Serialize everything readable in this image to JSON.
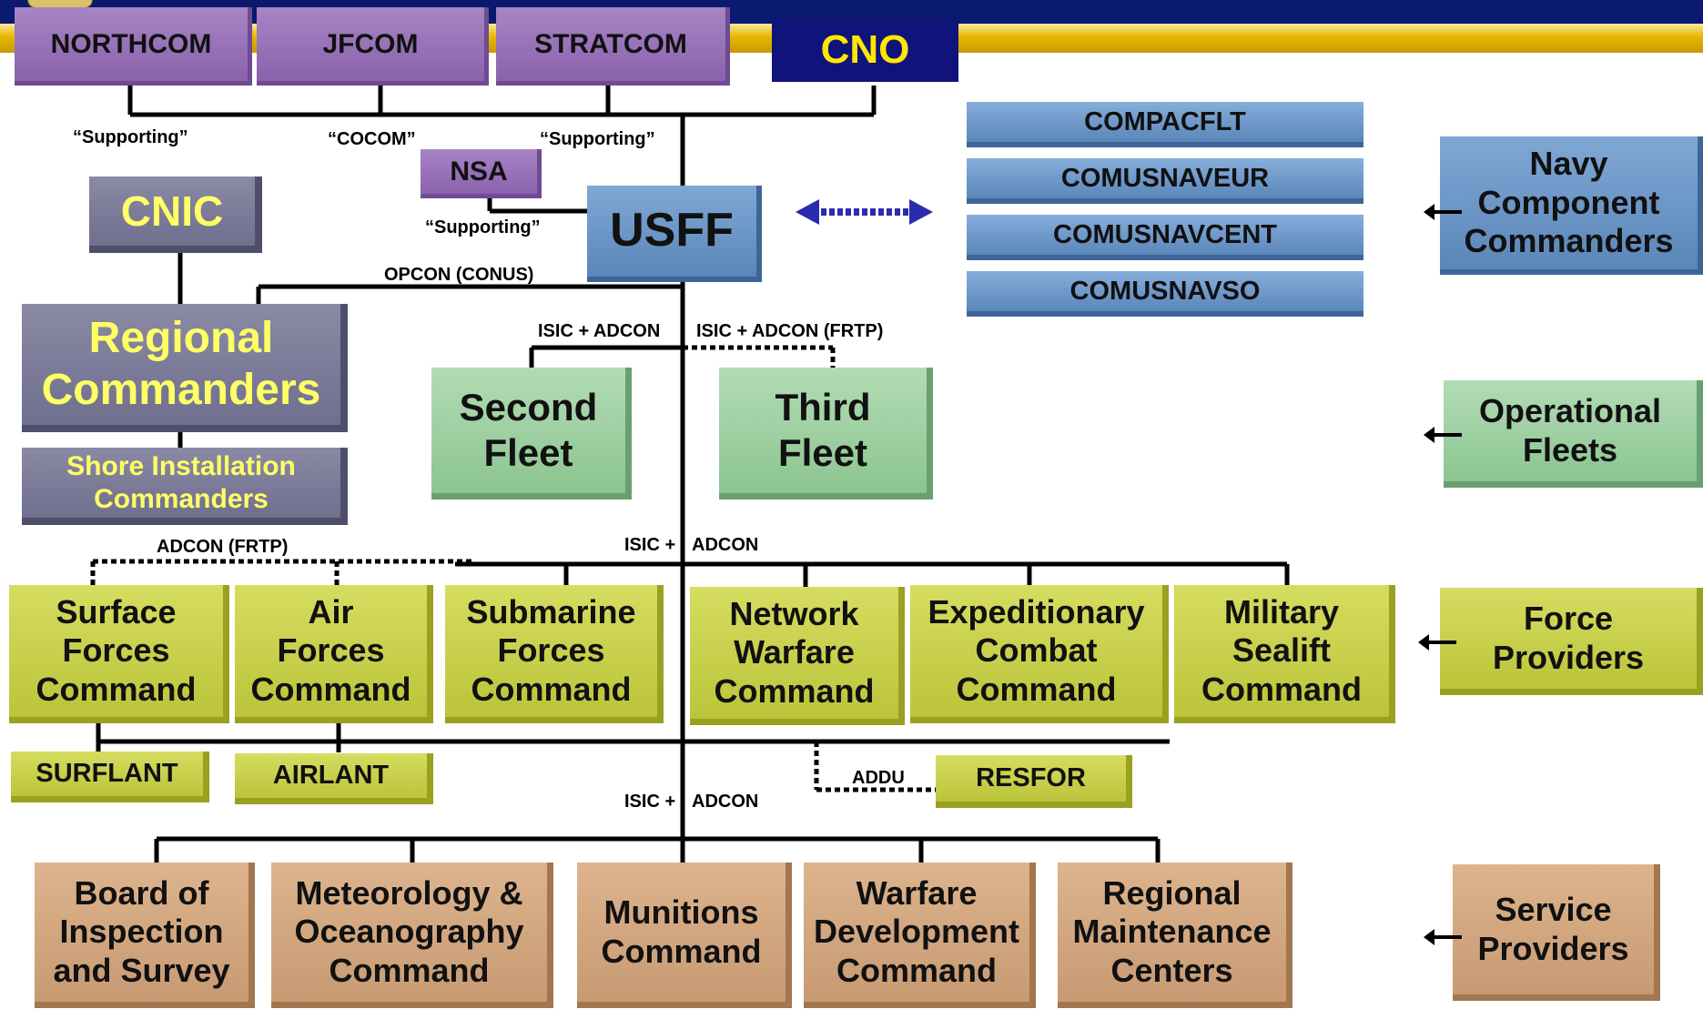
{
  "top_row": {
    "northcom": "NORTHCOM",
    "jfcom": "JFCOM",
    "stratcom": "STRATCOM",
    "cno": "CNO"
  },
  "relations": {
    "supporting_1": "“Supporting”",
    "cocom": "“COCOM”",
    "supporting_2": "“Supporting”",
    "supporting_3": "“Supporting”",
    "opcon": "OPCON (CONUS)",
    "isic_adcon_1": "ISIC + ADCON",
    "isic_adcon_frtp": "ISIC + ADCON (FRTP)",
    "adcon_frtp": "ADCON (FRTP)",
    "isic_adcon_2_a": "ISIC +",
    "isic_adcon_2_b": "ADCON",
    "isic_adcon_3_a": "ISIC +",
    "isic_adcon_3_b": "ADCON",
    "addu": "ADDU"
  },
  "nodes": {
    "nsa": "NSA",
    "usff": "USFF",
    "cnic": "CNIC",
    "regional_commanders": "Regional\nCommanders",
    "shore_installation": "Shore Installation\nCommanders",
    "second_fleet": "Second\nFleet",
    "third_fleet": "Third\nFleet",
    "surflant": "SURFLANT",
    "airlant": "AIRLANT",
    "resfor": "RESFOR"
  },
  "component_commanders": [
    "COMPACFLT",
    "COMUSNAVEUR",
    "COMUSNAVCENT",
    "COMUSNAVSO"
  ],
  "force_providers": [
    "Surface\nForces\nCommand",
    "Air\nForces\nCommand",
    "Submarine\nForces\nCommand",
    "Network\nWarfare\nCommand",
    "Expeditionary\nCombat\nCommand",
    "Military\nSealift\nCommand"
  ],
  "service_providers": [
    "Board of\nInspection\nand Survey",
    "Meteorology &\nOceanography\nCommand",
    "Munitions\nCommand",
    "Warfare\nDevelopment\nCommand",
    "Regional\nMaintenance\nCenters"
  ],
  "legend": {
    "navy_component": "Navy\nComponent\nCommanders",
    "operational_fleets": "Operational\nFleets",
    "force_providers": "Force\nProviders",
    "service_providers": "Service\nProviders"
  },
  "colors": {
    "banner_navy": "#0a1a6e",
    "banner_gold": "#e6b800",
    "cno_text": "#ffe800",
    "slate_text": "#ffff66"
  }
}
